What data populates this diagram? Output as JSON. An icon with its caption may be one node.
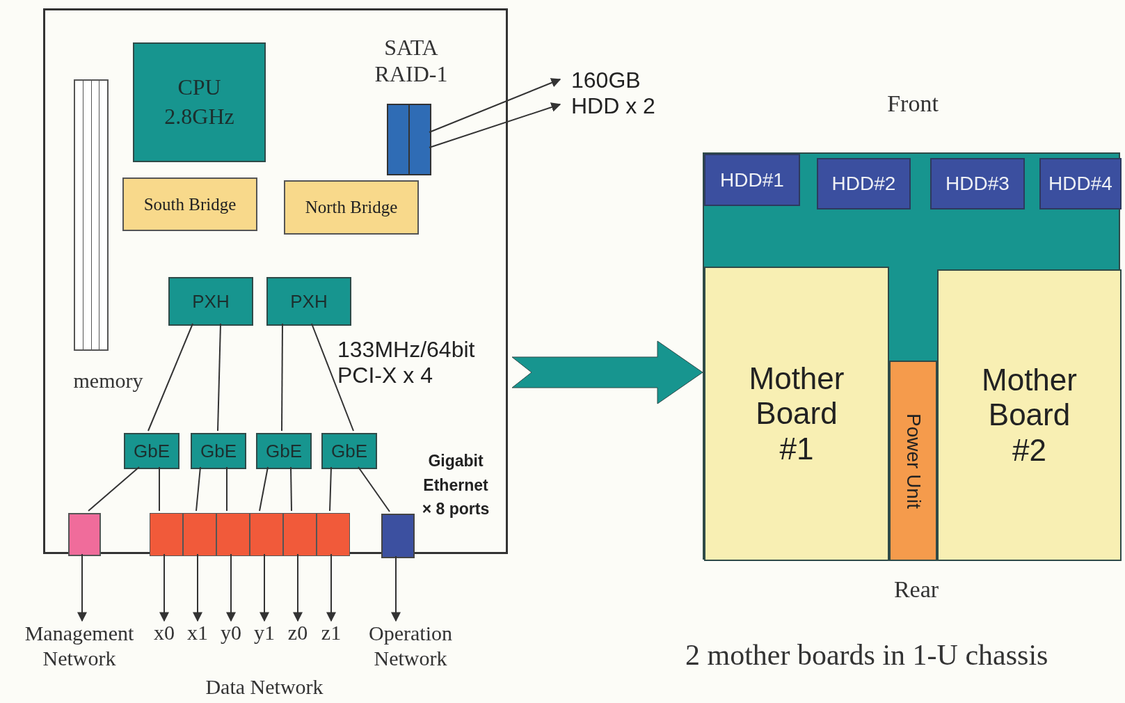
{
  "diagram": {
    "caption": "2 mother boards in 1-U chassis",
    "nodes": [
      {
        "text": [],
        "shape": "box"
      },
      {
        "text": [
          "CPU 2.8GHz"
        ],
        "in": 0
      },
      {
        "text": [
          "SATA RAID-1"
        ],
        "in": 0
      },
      {
        "text": [
          "160GB HDD x 2"
        ]
      },
      {
        "text": [
          "memory"
        ],
        "in": 0
      },
      {
        "text": [
          "South Bridge"
        ],
        "in": 0
      },
      {
        "text": [
          "North Bridge"
        ],
        "in": 0
      },
      {
        "text": [
          "PXH"
        ],
        "in": 0
      },
      {
        "text": [
          "PXH"
        ],
        "in": 0
      },
      {
        "text": [
          "GbE"
        ],
        "in": 0
      },
      {
        "text": [
          "GbE"
        ],
        "in": 0
      },
      {
        "text": [
          "GbE"
        ],
        "in": 0
      },
      {
        "text": [
          "GbE"
        ],
        "in": 0
      },
      {
        "text": [],
        "shape": "box",
        "in": 0
      },
      {
        "text": [],
        "shape": "box",
        "in": 0
      },
      {
        "text": [],
        "shape": "box",
        "in": 0
      },
      {
        "text": [],
        "shape": "box",
        "in": 0
      },
      {
        "text": [],
        "shape": "box",
        "in": 0
      },
      {
        "text": [],
        "shape": "box",
        "in": 0
      },
      {
        "text": [],
        "shape": "box",
        "in": 0
      },
      {
        "text": [],
        "shape": "box",
        "in": 0
      },
      {
        "text": [
          "Management Network"
        ]
      },
      {
        "text": [
          "x0"
        ]
      },
      {
        "text": [
          "x1"
        ]
      },
      {
        "text": [
          "y0"
        ]
      },
      {
        "text": [
          "y1"
        ]
      },
      {
        "text": [
          "z0"
        ]
      },
      {
        "text": [
          "z1"
        ]
      },
      {
        "text": [
          "Operation Network"
        ]
      },
      {
        "text": [],
        "shape": "box"
      },
      {
        "text": [
          "HDD#1"
        ],
        "in": 29
      },
      {
        "text": [
          "HDD#2"
        ],
        "in": 29
      },
      {
        "text": [
          "HDD#3"
        ],
        "in": 29
      },
      {
        "text": [
          "HDD#4"
        ],
        "in": 29
      },
      {
        "text": [
          "Mother Board #1"
        ],
        "in": 29
      },
      {
        "text": [
          "Power Unit"
        ],
        "in": 29
      },
      {
        "text": [
          "Mother Board #2"
        ],
        "in": 29
      }
    ],
    "edges": [
      {
        "from": 2,
        "to": 3,
        "arrow": "to"
      },
      {
        "from": 2,
        "to": 3,
        "arrow": "to"
      },
      {
        "from": 7,
        "to": 9,
        "arrow": "none"
      },
      {
        "from": 7,
        "to": 10,
        "arrow": "none"
      },
      {
        "from": 8,
        "to": 11,
        "arrow": "none"
      },
      {
        "from": 8,
        "to": 12,
        "arrow": "none"
      },
      {
        "from": 9,
        "to": 13,
        "arrow": "none"
      },
      {
        "from": 9,
        "to": 14,
        "arrow": "none"
      },
      {
        "from": 10,
        "to": 15,
        "arrow": "none"
      },
      {
        "from": 10,
        "to": 16,
        "arrow": "none"
      },
      {
        "from": 11,
        "to": 17,
        "arrow": "none"
      },
      {
        "from": 11,
        "to": 18,
        "arrow": "none"
      },
      {
        "from": 12,
        "to": 19,
        "arrow": "none"
      },
      {
        "from": 12,
        "to": 20,
        "arrow": "none"
      },
      {
        "from": 13,
        "to": 21,
        "arrow": "to"
      },
      {
        "from": 14,
        "to": 22,
        "arrow": "to"
      },
      {
        "from": 15,
        "to": 23,
        "arrow": "to"
      },
      {
        "from": 16,
        "to": 24,
        "arrow": "to"
      },
      {
        "from": 17,
        "to": 25,
        "arrow": "to"
      },
      {
        "from": 18,
        "to": 26,
        "arrow": "to"
      },
      {
        "from": 19,
        "to": 27,
        "arrow": "to"
      },
      {
        "from": 20,
        "to": 28,
        "arrow": "to"
      },
      {
        "from": 0,
        "to": 34,
        "arrow": "to",
        "style": "thick",
        "color": "#17958f"
      }
    ],
    "labels": [
      "133MHz/64bit PCI-X x 4",
      "Gigabit Ethernet × 8 ports",
      "Data Network",
      "Front",
      "Rear"
    ]
  }
}
